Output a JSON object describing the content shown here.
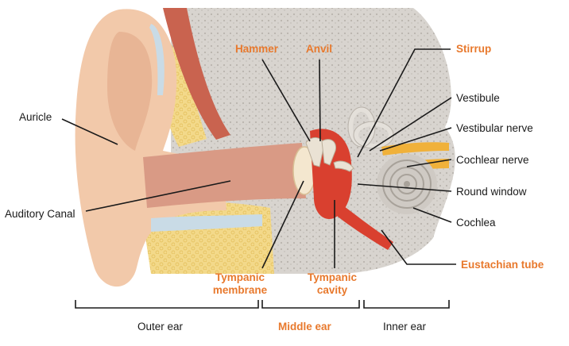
{
  "labels": {
    "auricle": "Auricle",
    "auditory_canal": "Auditory Canal",
    "hammer": "Hammer",
    "anvil": "Anvil",
    "stirrup": "Stirrup",
    "vestibule": "Vestibule",
    "vestibular_nerve": "Vestibular nerve",
    "cochlear_nerve": "Cochlear nerve",
    "round_window": "Round window",
    "cochlea": "Cochlea",
    "eustachian_tube": "Eustachian tube",
    "tympanic_membrane_1": "Tympanic",
    "tympanic_membrane_2": "membrane",
    "tympanic_cavity_1": "Tympanic",
    "tympanic_cavity_2": "cavity"
  },
  "regions": {
    "outer_ear": "Outer ear",
    "middle_ear": "Middle ear",
    "inner_ear": "Inner ear"
  },
  "colors": {
    "label_orange": "#e8792d",
    "skin": "#f2c9aa",
    "skin_shadow": "#e2a98a",
    "canal": "#d99a85",
    "bone": "#d6d3cf",
    "fat": "#f2d27a",
    "cartilage": "#c9dbe6",
    "muscle": "#c4503f",
    "cavity_red": "#d9402f",
    "nerve": "#f0b13a",
    "leader_line": "#1a1a1a"
  }
}
